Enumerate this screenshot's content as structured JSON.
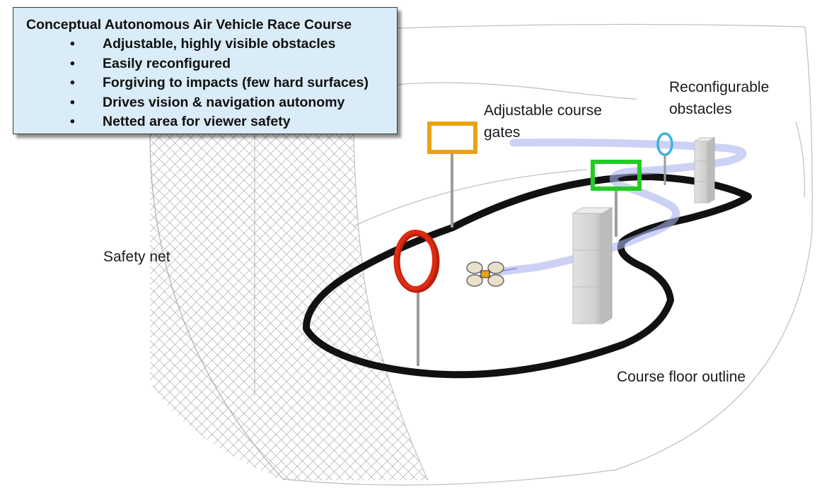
{
  "infobox": {
    "title": "Conceptual Autonomous Air Vehicle Race Course",
    "bullets": [
      "Adjustable, highly visible obstacles",
      "Easily reconfigured",
      "Forgiving to impacts (few hard surfaces)",
      "Drives vision & navigation autonomy",
      "Netted area for viewer safety"
    ],
    "bullet_glyph": "•",
    "background": "#d9ecf8"
  },
  "labels": {
    "gates_line1": "Adjustable course",
    "gates_line2": "gates",
    "obstacles_line1": "Reconfigurable",
    "obstacles_line2": "obstacles",
    "safety_net": "Safety net",
    "floor_outline": "Course floor outline"
  },
  "colors": {
    "gate_orange": "#e8a316",
    "gate_green": "#22cc22",
    "gate_red": "#e02a12",
    "gate_blue": "#3fb0d8",
    "flight_path": "#aab4ee",
    "track": "#111111",
    "obstacle": "#d4d4d4"
  },
  "icons": [
    "quadcopter-icon",
    "safety-net-mesh",
    "flight-path-ribbon"
  ]
}
